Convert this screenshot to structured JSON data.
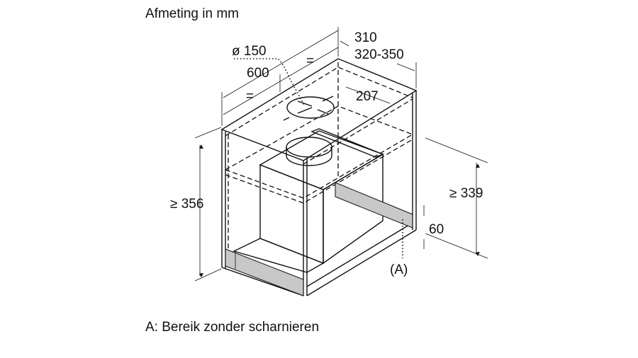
{
  "title": "Afmeting in mm",
  "dimensions": {
    "depth_hood": "310",
    "depth_cabinet": "320-350",
    "duct_diameter": "ø 150",
    "width": "600",
    "equal_left": "=",
    "equal_right": "=",
    "duct_offset": "207",
    "cabinet_height": "≥ 356",
    "inner_height": "≥ 339",
    "zone_height": "60",
    "zone_marker": "(A)"
  },
  "legend": "A: Bereik zonder scharnieren"
}
